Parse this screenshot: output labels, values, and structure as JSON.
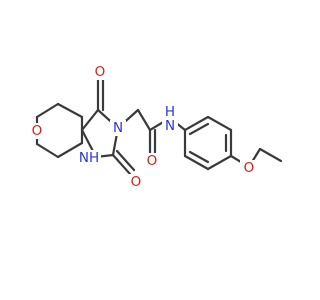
{
  "molecule": {
    "labels": {
      "ring_oxygen": "O",
      "carbonyl_oxygen_top": "O",
      "carbonyl_oxygen_bottom": "O",
      "amide_oxygen": "O",
      "ether_oxygen": "O",
      "imide_nitrogen": "N",
      "ring_nh": "NH",
      "amide_nh": "N",
      "amide_nh_h": "H"
    },
    "colors": {
      "bond": "#3a3a3a",
      "oxygen": "#d81e1e",
      "nitrogen": "#2b35d6",
      "background": "#ffffff"
    }
  }
}
